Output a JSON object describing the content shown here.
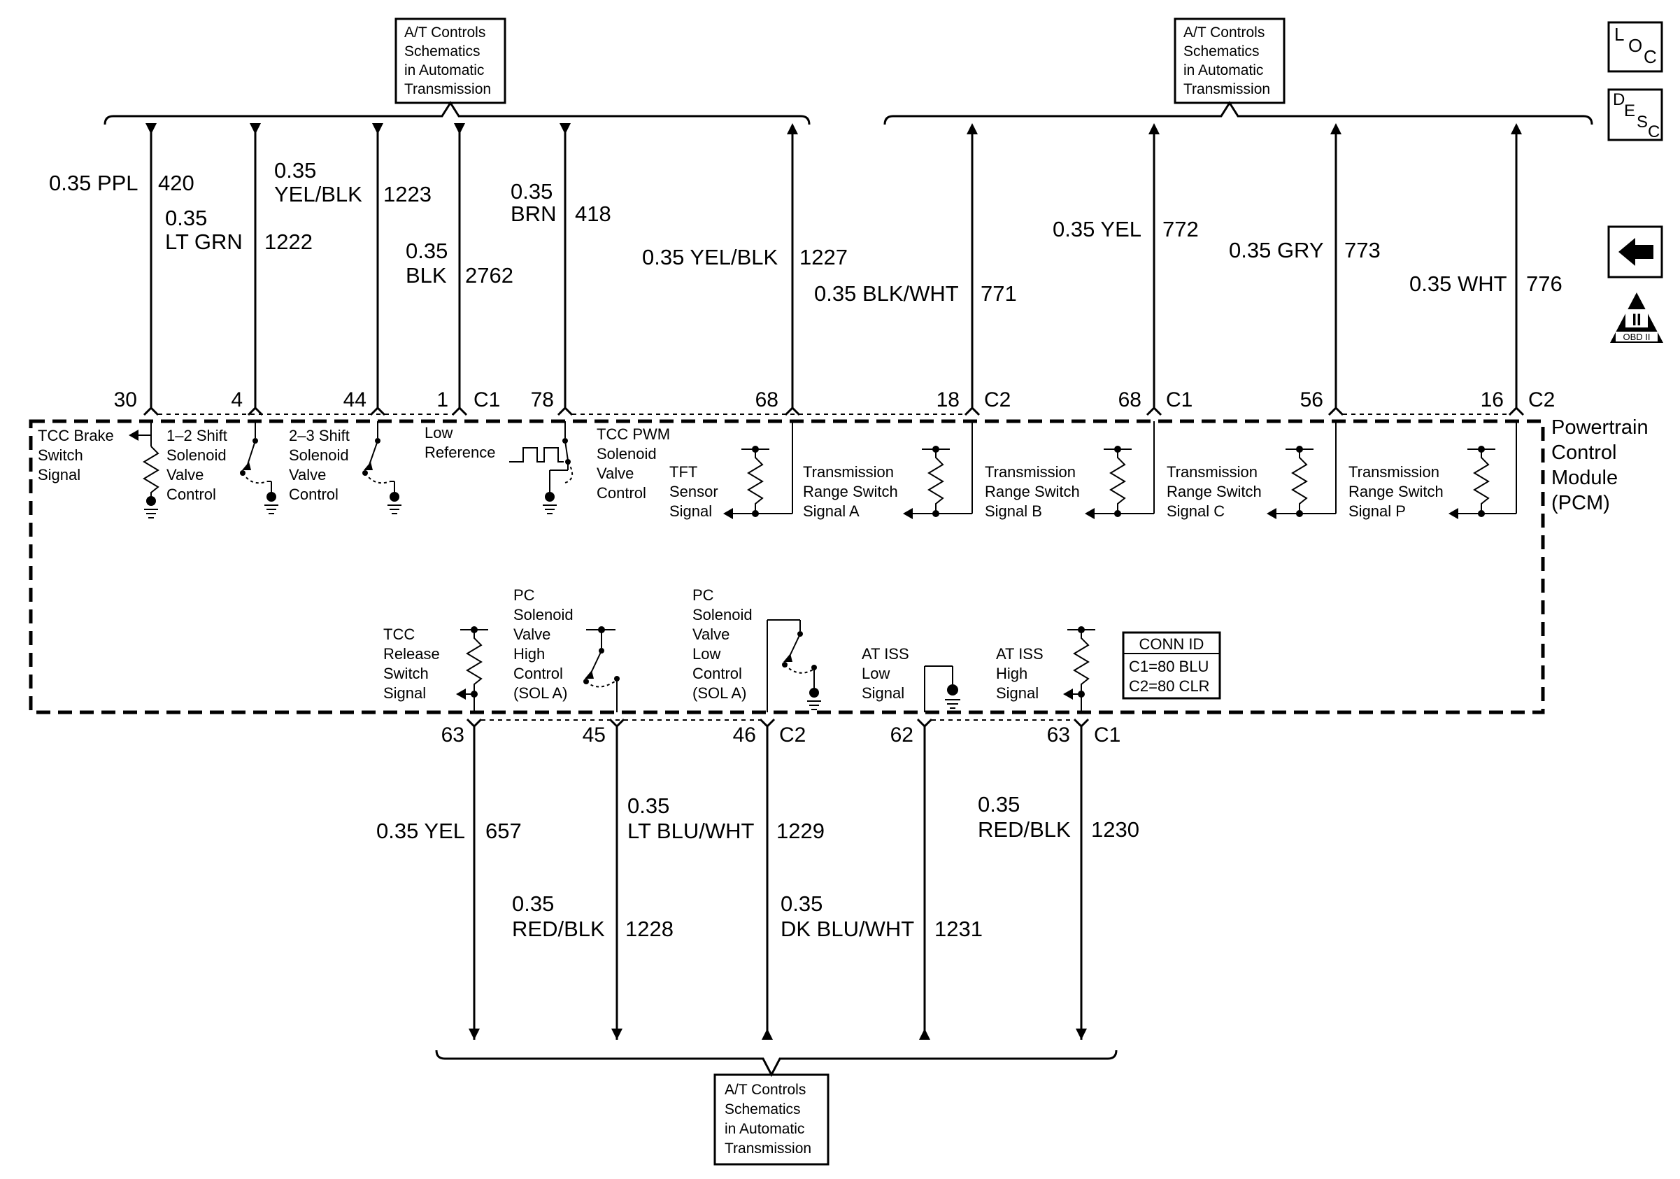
{
  "ref_boxes": {
    "top_left": [
      "A/T Controls",
      "Schematics",
      "in Automatic",
      "Transmission"
    ],
    "top_right": [
      "A/T Controls",
      "Schematics",
      "in Automatic",
      "Transmission"
    ],
    "bottom": [
      "A/T Controls",
      "Schematics",
      "in Automatic",
      "Transmission"
    ]
  },
  "icons": {
    "loc": [
      "L",
      "O",
      "C"
    ],
    "desc": [
      "D",
      "E",
      "S",
      "C"
    ],
    "back": "back-arrow-icon",
    "obd": {
      "numeral": "II",
      "label": "OBD II"
    }
  },
  "top_wires": [
    {
      "color": [
        "0.35 PPL"
      ],
      "circuit": "420",
      "pin": "30",
      "conn": ""
    },
    {
      "color": [
        "0.35",
        "LT GRN"
      ],
      "circuit": "1222",
      "pin": "4",
      "conn": ""
    },
    {
      "color": [
        "0.35",
        "YEL/BLK"
      ],
      "circuit": "1223",
      "pin": "44",
      "conn": ""
    },
    {
      "color": [
        "0.35",
        "BLK"
      ],
      "circuit": "2762",
      "pin": "1",
      "conn": "C1"
    },
    {
      "color": [
        "0.35",
        "BRN"
      ],
      "circuit": "418",
      "pin": "78",
      "conn": ""
    },
    {
      "color": [
        "0.35 YEL/BLK"
      ],
      "circuit": "1227",
      "pin": "68",
      "conn": ""
    },
    {
      "color": [
        "0.35 BLK/WHT"
      ],
      "circuit": "771",
      "pin": "18",
      "conn": "C2"
    },
    {
      "color": [
        "0.35 YEL"
      ],
      "circuit": "772",
      "pin": "68",
      "conn": "C1"
    },
    {
      "color": [
        "0.35 GRY"
      ],
      "circuit": "773",
      "pin": "56",
      "conn": ""
    },
    {
      "color": [
        "0.35 WHT"
      ],
      "circuit": "776",
      "pin": "16",
      "conn": "C2"
    }
  ],
  "bottom_wires": [
    {
      "color": [
        "0.35 YEL"
      ],
      "circuit": "657",
      "pin": "63",
      "conn": ""
    },
    {
      "color": [
        "0.35",
        "RED/BLK"
      ],
      "circuit": "1228",
      "pin": "45",
      "conn": ""
    },
    {
      "color": [
        "0.35",
        "LT BLU/WHT"
      ],
      "circuit": "1229",
      "pin": "46",
      "conn": "C2"
    },
    {
      "color": [
        "0.35",
        "DK BLU/WHT"
      ],
      "circuit": "1231",
      "pin": "62",
      "conn": ""
    },
    {
      "color": [
        "0.35",
        "RED/BLK"
      ],
      "circuit": "1230",
      "pin": "63",
      "conn": "C1"
    }
  ],
  "pcm_label": [
    "Powertrain",
    "Control",
    "Module",
    "(PCM)"
  ],
  "components": {
    "tcc_brake": [
      "TCC Brake",
      "Switch",
      "Signal"
    ],
    "shift12": [
      "1–2 Shift",
      "Solenoid",
      "Valve",
      "Control"
    ],
    "shift23": [
      "2–3 Shift",
      "Solenoid",
      "Valve",
      "Control"
    ],
    "low_ref": [
      "Low",
      "Reference"
    ],
    "tcc_pwm": [
      "TCC PWM",
      "Solenoid",
      "Valve",
      "Control"
    ],
    "tft": [
      "TFT",
      "Sensor",
      "Signal"
    ],
    "trs_a": [
      "Transmission",
      "Range Switch",
      "Signal A"
    ],
    "trs_b": [
      "Transmission",
      "Range Switch",
      "Signal B"
    ],
    "trs_c": [
      "Transmission",
      "Range Switch",
      "Signal C"
    ],
    "trs_p": [
      "Transmission",
      "Range Switch",
      "Signal P"
    ],
    "tcc_release": [
      "TCC",
      "Release",
      "Switch",
      "Signal"
    ],
    "pc_high": [
      "PC",
      "Solenoid",
      "Valve",
      "High",
      "Control",
      "(SOL A)"
    ],
    "pc_low": [
      "PC",
      "Solenoid",
      "Valve",
      "Low",
      "Control",
      "(SOL A)"
    ],
    "iss_low": [
      "AT ISS",
      "Low",
      "Signal"
    ],
    "iss_high": [
      "AT ISS",
      "High",
      "Signal"
    ]
  },
  "conn_id": {
    "title": "CONN ID",
    "lines": [
      "C1=80 BLU",
      "C2=80 CLR"
    ]
  }
}
